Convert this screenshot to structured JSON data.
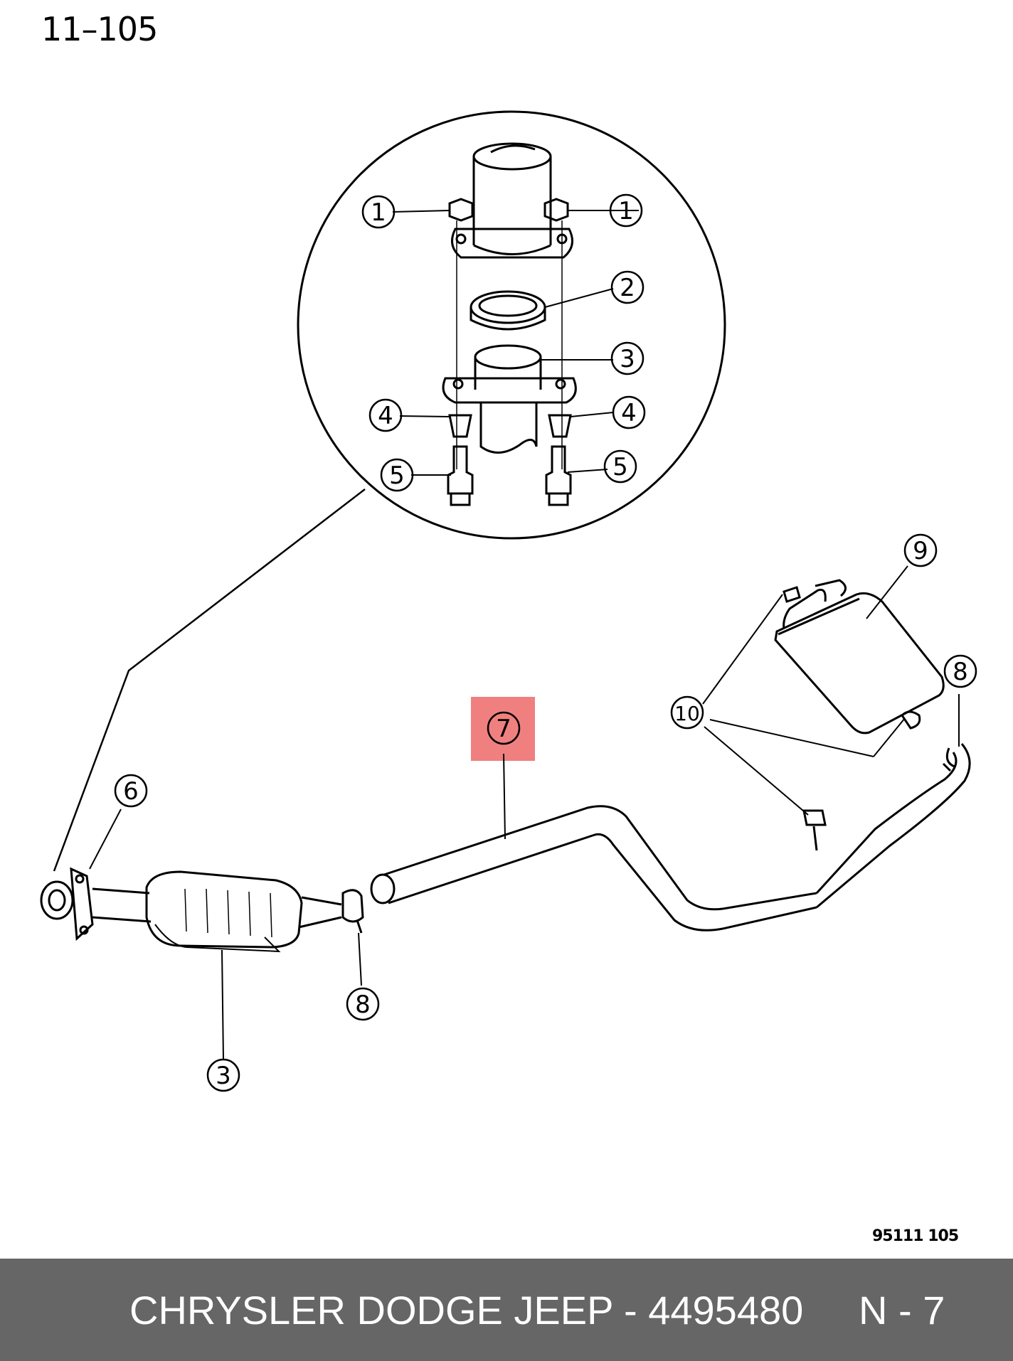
{
  "header": {
    "page_id": "11–105"
  },
  "figure_code": "95111  105",
  "footer": {
    "brand": "CHRYSLER DODGE JEEP",
    "separator": " - ",
    "part_number": "4495480",
    "gap": "     ",
    "position": "N - 7"
  },
  "highlight_color": "#f08080",
  "callouts": {
    "nut_left": "1",
    "nut_right": "1",
    "gasket": "2",
    "flange": "3",
    "spring_left": "4",
    "spring_right": "4",
    "bolt_left": "5",
    "bolt_right": "5",
    "front_flange": "6",
    "pipe": "7",
    "clamp_front": "8",
    "hanger_rear": "8",
    "muffler": "9",
    "isolators": "10",
    "converter": "3"
  }
}
